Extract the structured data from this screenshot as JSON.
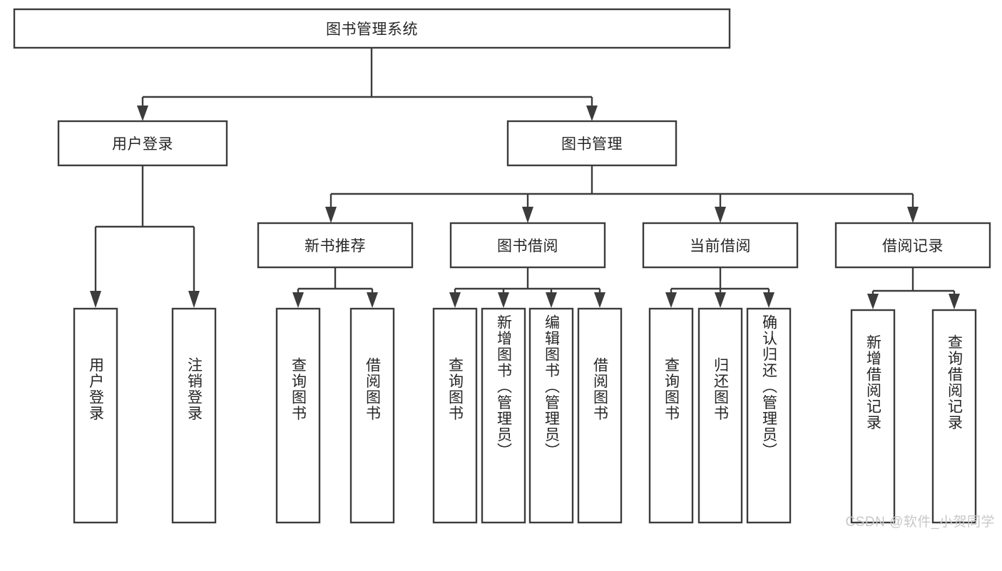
{
  "diagram": {
    "type": "tree-hierarchy",
    "title": "图书管理系统",
    "watermark": "CSDN @软件_小贺同学",
    "colors": {
      "box_stroke": "#3c3c3c",
      "box_fill": "#ffffff",
      "text": "#262626",
      "watermark": "#c8c8c8",
      "background": "#ffffff"
    },
    "nodes": {
      "root": {
        "label": "图书管理系统",
        "level": 1,
        "orientation": "horizontal"
      },
      "l2": [
        {
          "id": "user-login",
          "label": "用户登录",
          "level": 2,
          "orientation": "horizontal"
        },
        {
          "id": "book-management",
          "label": "图书管理",
          "level": 2,
          "orientation": "horizontal"
        }
      ],
      "l3": [
        {
          "id": "new-book-recommend",
          "label": "新书推荐",
          "level": 3,
          "orientation": "horizontal",
          "parent": "book-management"
        },
        {
          "id": "book-borrow",
          "label": "图书借阅",
          "level": 3,
          "orientation": "horizontal",
          "parent": "book-management"
        },
        {
          "id": "current-borrow",
          "label": "当前借阅",
          "level": 3,
          "orientation": "horizontal",
          "parent": "book-management"
        },
        {
          "id": "borrow-record",
          "label": "借阅记录",
          "level": 3,
          "orientation": "horizontal",
          "parent": "book-management"
        }
      ],
      "leaves": [
        {
          "id": "leaf-user-login",
          "label": "用户登录",
          "parent": "user-login",
          "orientation": "vertical"
        },
        {
          "id": "leaf-user-logout",
          "label": "注销登录",
          "parent": "user-login",
          "orientation": "vertical"
        },
        {
          "id": "leaf-query-book-1",
          "label": "查询图书",
          "parent": "new-book-recommend",
          "orientation": "vertical"
        },
        {
          "id": "leaf-borrow-book-1",
          "label": "借阅图书",
          "parent": "new-book-recommend",
          "orientation": "vertical"
        },
        {
          "id": "leaf-query-book-2",
          "label": "查询图书",
          "parent": "book-borrow",
          "orientation": "vertical"
        },
        {
          "id": "leaf-add-book",
          "label": "新增图书（管理员）",
          "parent": "book-borrow",
          "orientation": "vertical"
        },
        {
          "id": "leaf-edit-book",
          "label": "编辑图书（管理员）",
          "parent": "book-borrow",
          "orientation": "vertical"
        },
        {
          "id": "leaf-borrow-book-2",
          "label": "借阅图书",
          "parent": "book-borrow",
          "orientation": "vertical"
        },
        {
          "id": "leaf-query-book-3",
          "label": "查询图书",
          "parent": "current-borrow",
          "orientation": "vertical"
        },
        {
          "id": "leaf-return-book",
          "label": "归还图书",
          "parent": "current-borrow",
          "orientation": "vertical"
        },
        {
          "id": "leaf-confirm-return",
          "label": "确认归还（管理员）",
          "parent": "current-borrow",
          "orientation": "vertical"
        },
        {
          "id": "leaf-add-record",
          "label": "新增借阅记录",
          "parent": "borrow-record",
          "orientation": "vertical"
        },
        {
          "id": "leaf-query-record",
          "label": "查询借阅记录",
          "parent": "borrow-record",
          "orientation": "vertical"
        }
      ]
    }
  }
}
